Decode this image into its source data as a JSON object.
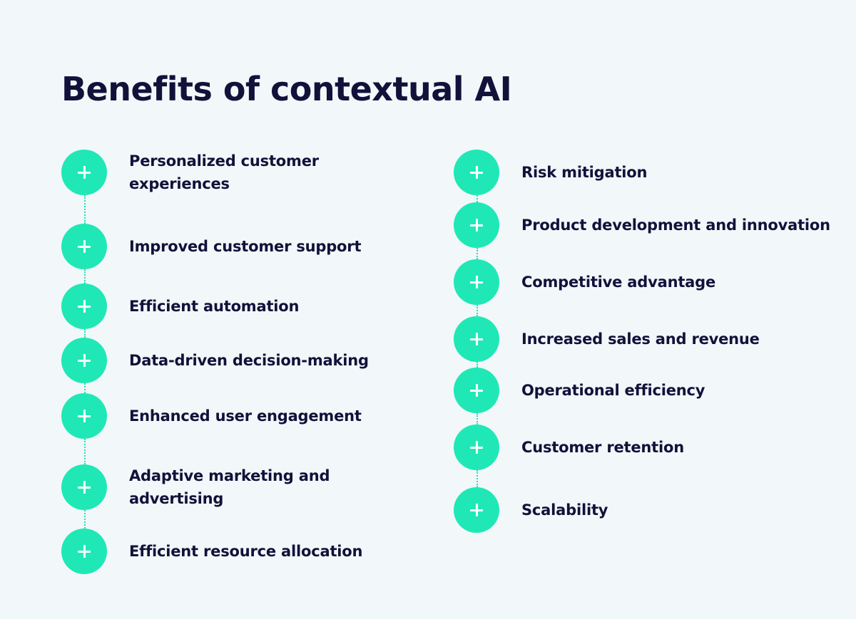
{
  "title": "Benefits of contextual AI",
  "left_items": [
    "Personalized customer experiences",
    "Improved customer support",
    "Efficient automation",
    "Data-driven decision-making",
    "Enhanced user engagement",
    "Adaptive marketing and advertising",
    "Efficient resource allocation"
  ],
  "right_items": [
    "Risk mitigation",
    "Product development and innovation",
    "Competitive advantage",
    "Increased sales and revenue",
    "Operational efficiency",
    "Customer retention",
    "Scalability"
  ],
  "icons": {
    "item_icon": "plus-icon"
  },
  "colors": {
    "background": "#f2f7f9",
    "accent": "#1fe8b6",
    "text": "#11113a"
  }
}
